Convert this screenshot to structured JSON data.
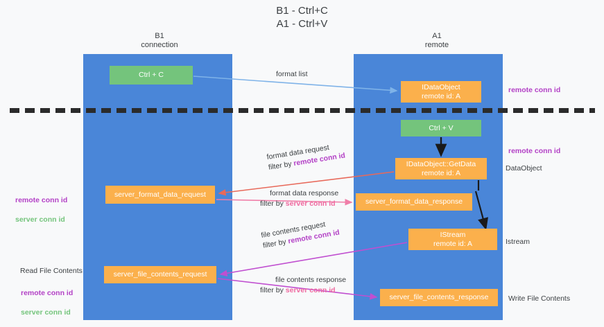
{
  "title": "B1 - Ctrl+C\nA1 - Ctrl+V",
  "columns": {
    "left": {
      "name": "B1",
      "role": "connection"
    },
    "right": {
      "name": "A1",
      "role": "remote"
    }
  },
  "nodes": {
    "ctrl_c": "Ctrl + C",
    "idataobject": "IDataObject\nremote id: A",
    "ctrl_v": "Ctrl + V",
    "getdata": "IDataObject::GetData\nremote id: A",
    "server_format_data_request": "server_format_data_request",
    "server_format_data_response": "server_format_data_response",
    "istream": "IStream\nremote id: A",
    "server_file_contents_request": "server_file_contents_request",
    "server_file_contents_response": "server_file_contents_response"
  },
  "edges": {
    "format_list": "format list",
    "format_data_request": "format data request",
    "format_data_request_filter_prefix": "filter by ",
    "format_data_request_filter_key": "remote conn id",
    "format_data_response": "format data response",
    "format_data_response_filter_prefix": "filter by ",
    "format_data_response_filter_key": "server conn id",
    "file_contents_request": "file contents request",
    "file_contents_request_filter_prefix": "filter by ",
    "file_contents_request_filter_key": "remote conn id",
    "file_contents_response": "file contents response",
    "file_contents_response_filter_prefix": "filter by ",
    "file_contents_response_filter_key": "server conn id"
  },
  "annotations": {
    "right_remote_conn_id_top": "remote conn id",
    "right_remote_conn_id_mid": "remote conn id",
    "right_dataobject": "DataObject",
    "right_istream": "Istream",
    "right_write_file_contents": "Write File Contents",
    "left_remote_conn_id": "remote conn id",
    "left_server_conn_id": "server conn id",
    "left_read_file_contents": "Read File Contents",
    "left_remote_conn_id_2": "remote conn id",
    "left_server_conn_id_2": "server conn id"
  },
  "colors": {
    "lane": "#4a86d8",
    "green_node": "#74c47c",
    "orange_node": "#fbb04c",
    "purple_key": "#b341c6",
    "pink_key": "#ef6aa0",
    "green_key": "#74c47c",
    "arrow_blue": "#7fb3e8",
    "arrow_red": "#e8695a",
    "arrow_pink": "#f07ea8",
    "arrow_magenta": "#c04fd0",
    "arrow_black": "#1a1a1a",
    "background": "#f8f9fa",
    "text": "#3c4043"
  }
}
